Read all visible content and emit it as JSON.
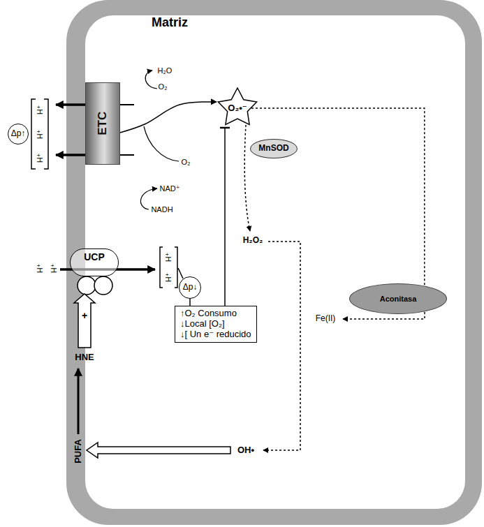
{
  "diagram": {
    "nodes": [
      {
        "text": [
          "ETC"
        ]
      },
      {
        "text": [
          "Δp↑"
        ]
      },
      {
        "text": [
          "O₂•⁻"
        ]
      },
      {
        "text": [
          "MnSOD"
        ]
      },
      {
        "text": [
          "UCP"
        ]
      },
      {
        "text": [
          "Δp↓"
        ]
      },
      {
        "text": [
          "↑O₂ Consumo",
          "↓Local [O₂]",
          "↓[ Un e⁻ reducido"
        ]
      },
      {
        "text": [
          "Aconitasa"
        ]
      }
    ],
    "edges": [
      {
        "from": 0,
        "to": 2,
        "arrow": "to"
      },
      {
        "from": 6,
        "to": 2,
        "arrow": "to"
      },
      {
        "from": 5,
        "to": 6,
        "arrow": "none"
      },
      {
        "from": 2,
        "to": 7,
        "arrow": "none"
      }
    ],
    "labels": [
      "Matriz",
      "H₂O",
      "O₂",
      "O₂",
      "NAD⁺",
      "NADH",
      "H⁺",
      "H⁺",
      "H⁺",
      "H⁺",
      "H⁺",
      "H⁺",
      "H⁺",
      "H₂O₂",
      "Fe(II)",
      "HNE",
      "PUFA",
      "OH•",
      "+"
    ]
  }
}
